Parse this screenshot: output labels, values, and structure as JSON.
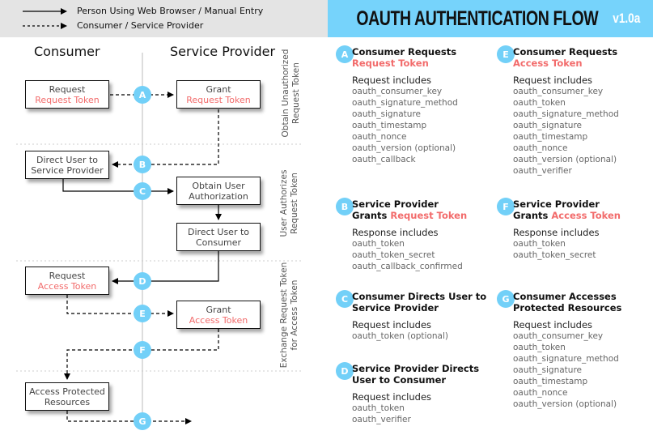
{
  "legend": {
    "solid": "Person Using Web Browser / Manual Entry",
    "dashed": "Consumer / Service Provider"
  },
  "banner": {
    "title": "OAUTH AUTHENTICATION FLOW",
    "version": "v1.0a"
  },
  "colors": {
    "banner": "#76d3fb",
    "accent_red": "#f26b6b",
    "circle_blue": "#72d0f8"
  },
  "columns": {
    "consumer": "Consumer",
    "provider": "Service Provider"
  },
  "phases": [
    {
      "line1": "Obtain Unauthorized",
      "line2": "Request Token"
    },
    {
      "line1": "User Authorizes",
      "line2": "Request Token"
    },
    {
      "line1": "Exchange Request Token",
      "line2": "for Access Token"
    }
  ],
  "boxes": [
    {
      "line1": "Request",
      "line2": "Request Token"
    },
    {
      "line1": "Grant",
      "line2": "Request Token"
    },
    {
      "line1": "Direct User to",
      "line2": "Service Provider"
    },
    {
      "line1": "Obtain User",
      "line2": "Authorization"
    },
    {
      "line1": "Direct User to",
      "line2": "Consumer"
    },
    {
      "line1": "Request",
      "line2": "Access Token"
    },
    {
      "line1": "Grant",
      "line2": "Access Token"
    },
    {
      "line1": "Access Protected",
      "line2": "Resources"
    }
  ],
  "steps": [
    "A",
    "B",
    "C",
    "D",
    "E",
    "F",
    "G"
  ],
  "sections": [
    {
      "letter": "A",
      "title1": "Consumer Requests",
      "title2_pre": "",
      "title2_red": "Request Token",
      "sub": "Request includes",
      "items": [
        "oauth_consumer_key",
        "oauth_signature_method",
        "oauth_signature",
        "oauth_timestamp",
        "oauth_nonce",
        "oauth_version (optional)",
        "oauth_callback"
      ]
    },
    {
      "letter": "B",
      "title1": "Service Provider",
      "title2_pre": "Grants ",
      "title2_red": "Request Token",
      "sub": "Response includes",
      "items": [
        "oauth_token",
        "oauth_token_secret",
        "oauth_callback_confirmed"
      ]
    },
    {
      "letter": "C",
      "title1": "Consumer Directs User to",
      "title2_pre": "Service Provider",
      "title2_red": "",
      "sub": "Request includes",
      "items": [
        "oauth_token (optional)"
      ]
    },
    {
      "letter": "D",
      "title1": "Service Provider Directs",
      "title2_pre": "User to Consumer",
      "title2_red": "",
      "sub": "Request includes",
      "items": [
        "oauth_token",
        "oauth_verifier"
      ]
    },
    {
      "letter": "E",
      "title1": "Consumer Requests",
      "title2_pre": "",
      "title2_red": "Access Token",
      "sub": "Request includes",
      "items": [
        "oauth_consumer_key",
        "oauth_token",
        "oauth_signature_method",
        "oauth_signature",
        "oauth_timestamp",
        "oauth_nonce",
        "oauth_version (optional)",
        "oauth_verifier"
      ]
    },
    {
      "letter": "F",
      "title1": "Service Provider",
      "title2_pre": "Grants ",
      "title2_red": "Access Token",
      "sub": "Response includes",
      "items": [
        "oauth_token",
        "oauth_token_secret"
      ]
    },
    {
      "letter": "G",
      "title1": "Consumer Accesses",
      "title2_pre": "Protected Resources",
      "title2_red": "",
      "sub": "Request includes",
      "items": [
        "oauth_consumer_key",
        "oauth_token",
        "oauth_signature_method",
        "oauth_signature",
        "oauth_timestamp",
        "oauth_nonce",
        "oauth_version (optional)"
      ]
    }
  ]
}
